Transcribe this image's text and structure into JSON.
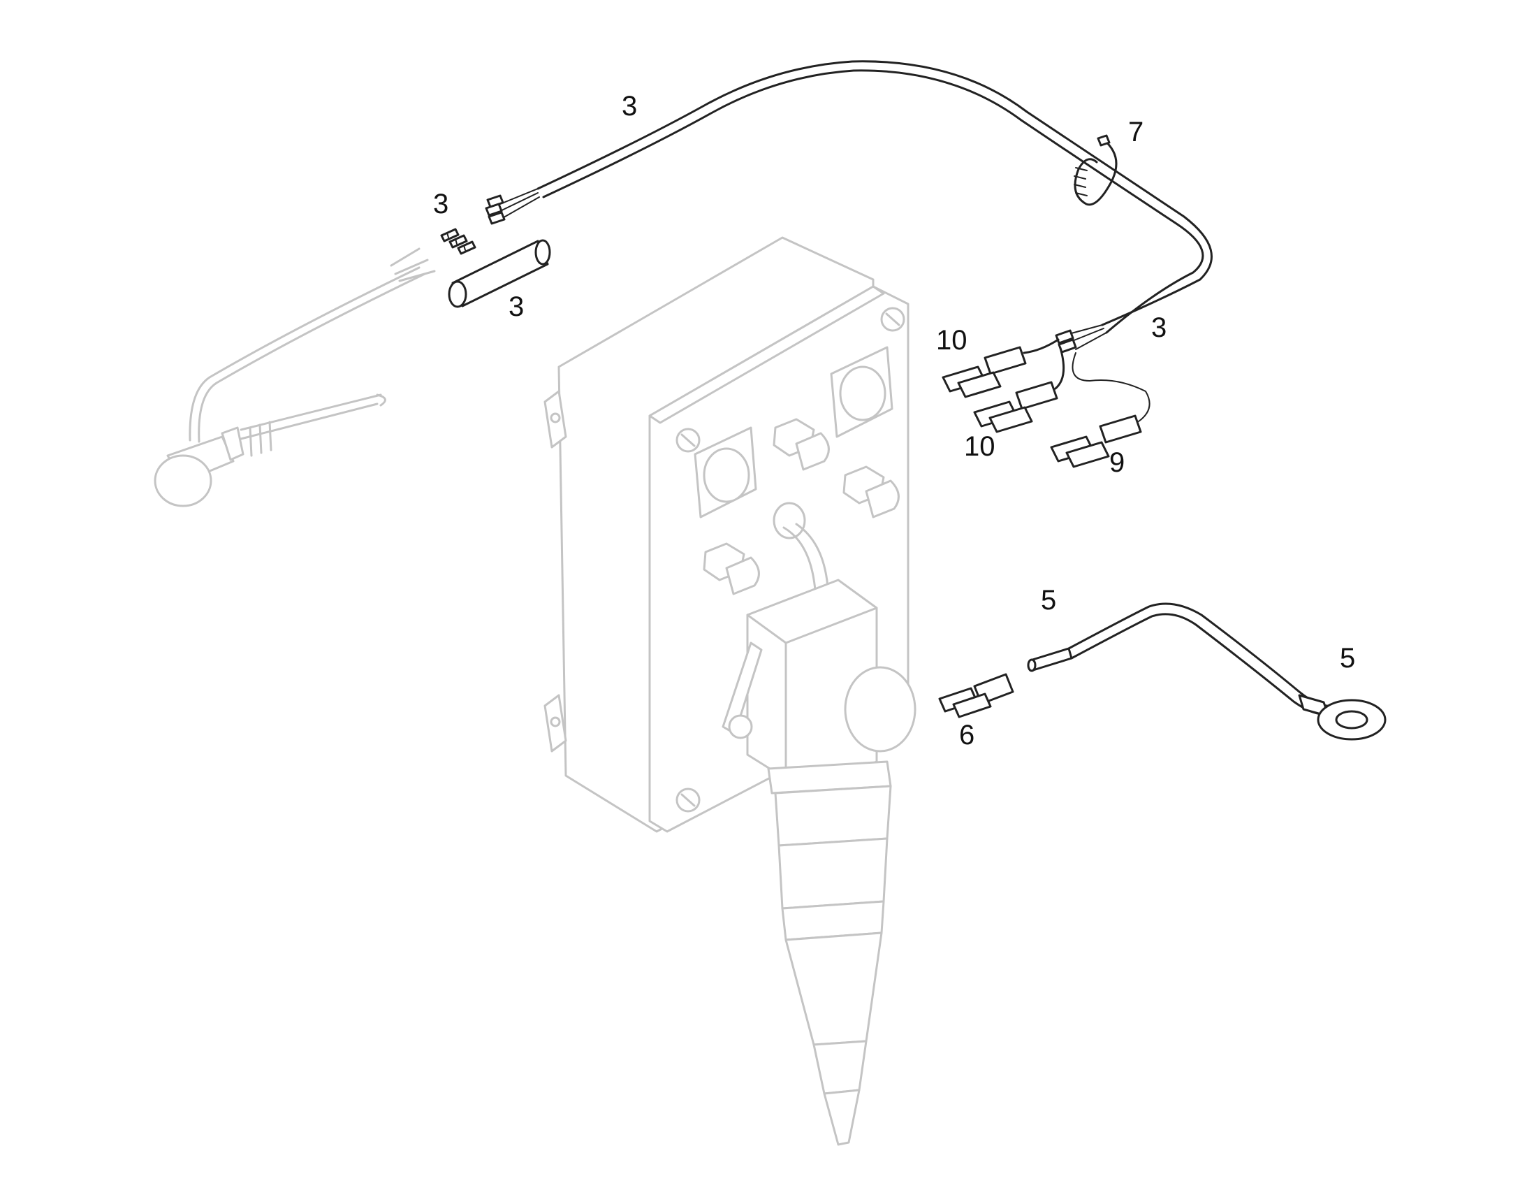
{
  "callouts": [
    {
      "id": "callout-cable-top",
      "text": "3"
    },
    {
      "id": "callout-connectors",
      "text": "3"
    },
    {
      "id": "callout-sleeve",
      "text": "3"
    },
    {
      "id": "callout-cable-end",
      "text": "3"
    },
    {
      "id": "callout-cable-tie",
      "text": "7"
    },
    {
      "id": "callout-terminal-upper",
      "text": "10"
    },
    {
      "id": "callout-terminal-lower",
      "text": "10"
    },
    {
      "id": "callout-terminal-9",
      "text": "9"
    },
    {
      "id": "callout-ground-wire",
      "text": "5"
    },
    {
      "id": "callout-ring-terminal",
      "text": "5"
    },
    {
      "id": "callout-terminal-6",
      "text": "6"
    }
  ]
}
